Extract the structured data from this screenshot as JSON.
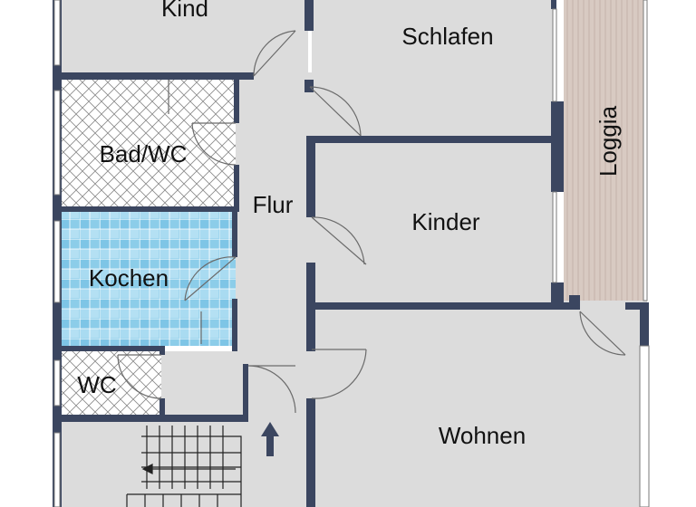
{
  "plan": {
    "colors": {
      "wall": "#3b4660",
      "floor": "#dcdcdc",
      "tile_bathroom": "#ffffff",
      "tile_kitchen": "#8fd0ea",
      "loggia_boards": "#d6c8c0",
      "line": "#6b6b6b"
    },
    "rooms": {
      "kind": "Kind",
      "schlafen": "Schlafen",
      "loggia": "Loggia",
      "bad_wc": "Bad/WC",
      "flur": "Flur",
      "kinder": "Kinder",
      "kochen": "Kochen",
      "wc": "WC",
      "wohnen": "Wohnen"
    },
    "icons": {
      "entrance": "arrow-up-icon",
      "stairs": "staircase-icon"
    }
  }
}
